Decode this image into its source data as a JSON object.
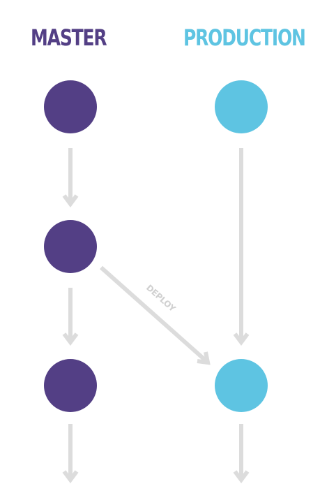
{
  "columns": {
    "master": {
      "title": "MASTER",
      "color": "#533f85"
    },
    "production": {
      "title": "PRODUCTION",
      "color": "#5ec4e2"
    }
  },
  "edges": {
    "deploy_label": "DEPLOY",
    "arrow_color": "#dcdcdc"
  },
  "nodes": {
    "master_count": 3,
    "production_count": 2
  }
}
